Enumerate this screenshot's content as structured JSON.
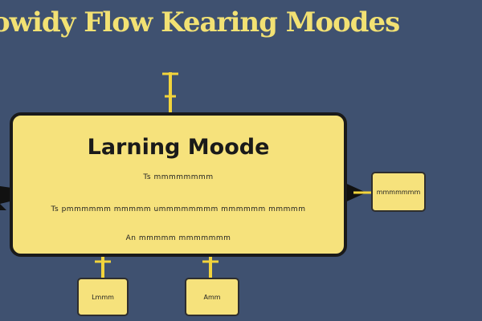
{
  "diagram": {
    "title": "owidy Flow Kearing Moodes",
    "main_box": {
      "heading": "Larning Moode",
      "lines": [
        "Ts mmmmmmmm",
        "Ts pmmmmmm mmmmm ummmmmmmm mmmmmm mmmmm",
        "An mmmmm mmmmmmm"
      ]
    },
    "right_box": {
      "label": "mmmmmmm"
    },
    "bottom_boxes": [
      {
        "label": "Lmmm"
      },
      {
        "label": "Amm"
      }
    ]
  },
  "colors": {
    "background": "#3f5170",
    "box_fill": "#f6e27c",
    "title": "#f2e173",
    "outline": "#1a1a1a"
  }
}
